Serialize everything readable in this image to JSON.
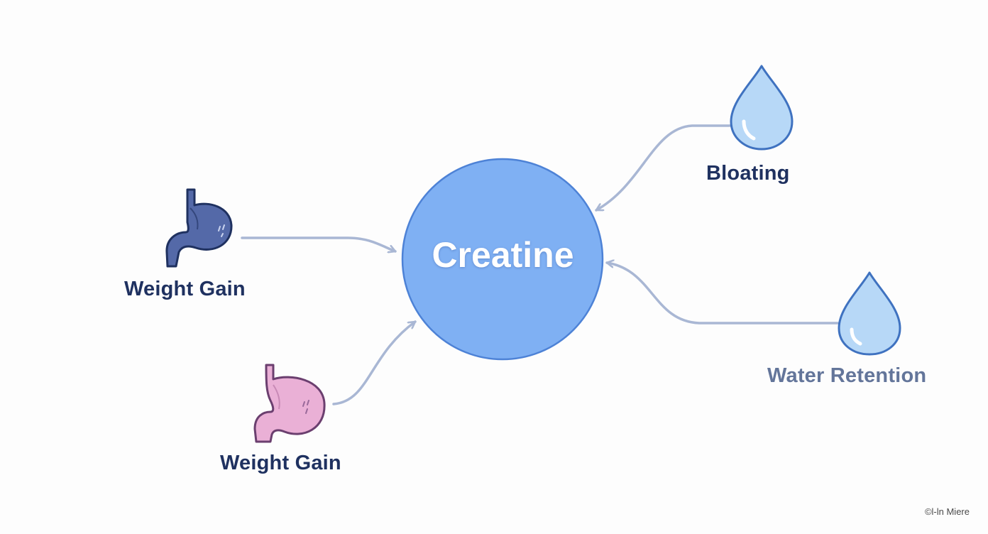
{
  "center": {
    "label": "Creatine"
  },
  "nodes": [
    {
      "id": "weight-gain-top",
      "label": "Weight Gain",
      "icon": "stomach-icon",
      "icon_color": "#5469a8"
    },
    {
      "id": "weight-gain-bottom",
      "label": "Weight Gain",
      "icon": "stomach-icon",
      "icon_color": "#eab0d6"
    },
    {
      "id": "bloating",
      "label": "Bloating",
      "icon": "water-drop-icon",
      "icon_color": "#b7d8f7"
    },
    {
      "id": "water-retention",
      "label": "Water Retention",
      "icon": "water-drop-icon",
      "icon_color": "#b7d8f7"
    }
  ],
  "watermark": "©l-ln Miere",
  "colors": {
    "center_fill": "#7fb0f3",
    "center_stroke": "#4d82d6",
    "arrow": "#a9b7d4",
    "label_dark": "#1f3160",
    "label_muted": "#63759a"
  }
}
